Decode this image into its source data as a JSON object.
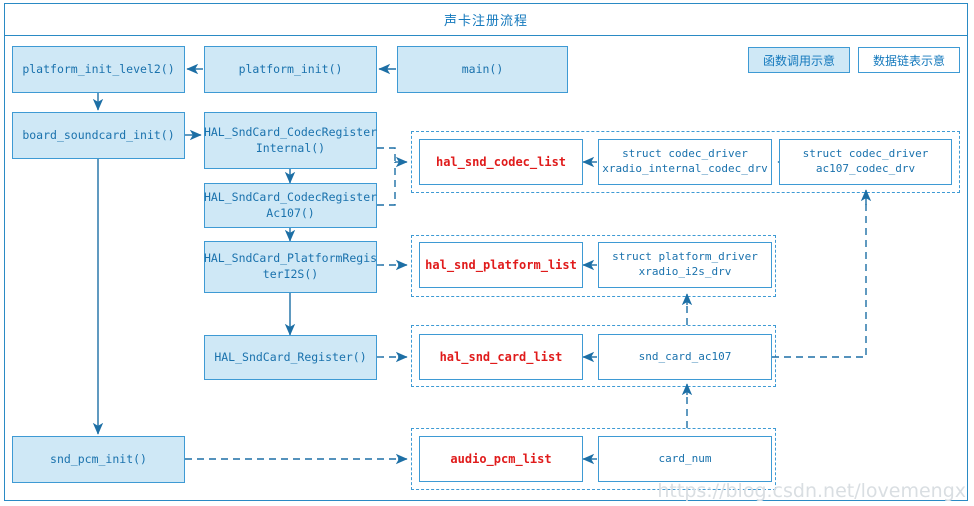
{
  "diagram": {
    "title": "声卡注册流程",
    "watermark": "https://blog.csdn.net/lovemengx",
    "colors": {
      "frame_border": "#2a8ac4",
      "node_fill": "#cfe8f6",
      "node_border": "#3e9ad4",
      "node_text": "#1a72ad",
      "list_head_text": "#e01b1b",
      "title_text": "#1479bd",
      "watermark_text": "#d9dee2"
    }
  },
  "legend": [
    {
      "label": "函数调用示意",
      "style": "filled"
    },
    {
      "label": "数据链表示意",
      "style": "plain"
    }
  ],
  "call_nodes": [
    {
      "id": "platform_init_level2",
      "label": "platform_init_level2()"
    },
    {
      "id": "platform_init",
      "label": "platform_init()"
    },
    {
      "id": "main",
      "label": "main()"
    },
    {
      "id": "board_soundcard_init",
      "label": "board_soundcard_init()"
    },
    {
      "id": "codec_register_internal",
      "label": "HAL_SndCard_CodecRegister\nInternal()"
    },
    {
      "id": "codec_register_ac107",
      "label": "HAL_SndCard_CodecRegister\nAc107()"
    },
    {
      "id": "platform_register_i2s",
      "label": "HAL_SndCard_PlatformRegis\nterI2S()"
    },
    {
      "id": "sndcard_register",
      "label": "HAL_SndCard_Register()"
    },
    {
      "id": "snd_pcm_init",
      "label": "snd_pcm_init()"
    }
  ],
  "data_groups": [
    {
      "id": "codec_group",
      "nodes": [
        {
          "id": "hal_snd_codec_list",
          "label": "hal_snd_codec_list",
          "head": true
        },
        {
          "id": "xradio_internal_codec_drv",
          "label": "struct codec_driver\nxradio_internal_codec_drv",
          "head": false
        },
        {
          "id": "ac107_codec_drv",
          "label": "struct codec_driver\nac107_codec_drv",
          "head": false
        }
      ]
    },
    {
      "id": "platform_group",
      "nodes": [
        {
          "id": "hal_snd_platform_list",
          "label": "hal_snd_platform_list",
          "head": true
        },
        {
          "id": "xradio_i2s_drv",
          "label": "struct platform_driver\nxradio_i2s_drv",
          "head": false
        }
      ]
    },
    {
      "id": "card_group",
      "nodes": [
        {
          "id": "hal_snd_card_list",
          "label": "hal_snd_card_list",
          "head": true
        },
        {
          "id": "snd_card_ac107",
          "label": "snd_card_ac107",
          "head": false
        }
      ]
    },
    {
      "id": "pcm_group",
      "nodes": [
        {
          "id": "audio_pcm_list",
          "label": "audio_pcm_list",
          "head": true
        },
        {
          "id": "card_num",
          "label": "card_num",
          "head": false
        }
      ]
    }
  ]
}
